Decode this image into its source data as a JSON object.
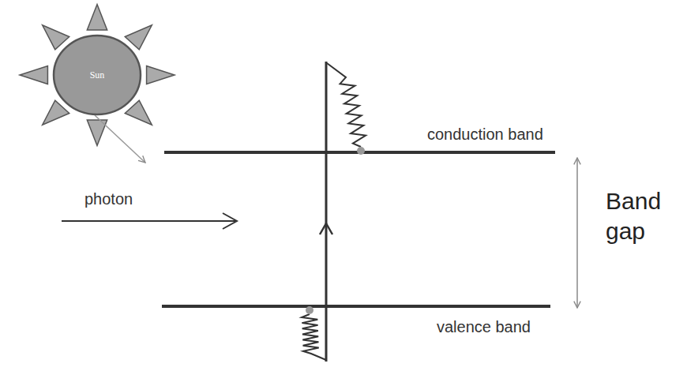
{
  "diagram": {
    "nodes": [
      {
        "text": [
          "Sun"
        ]
      }
    ],
    "labels": [
      "conduction band",
      "photon",
      "Band gap",
      "valence band"
    ]
  }
}
